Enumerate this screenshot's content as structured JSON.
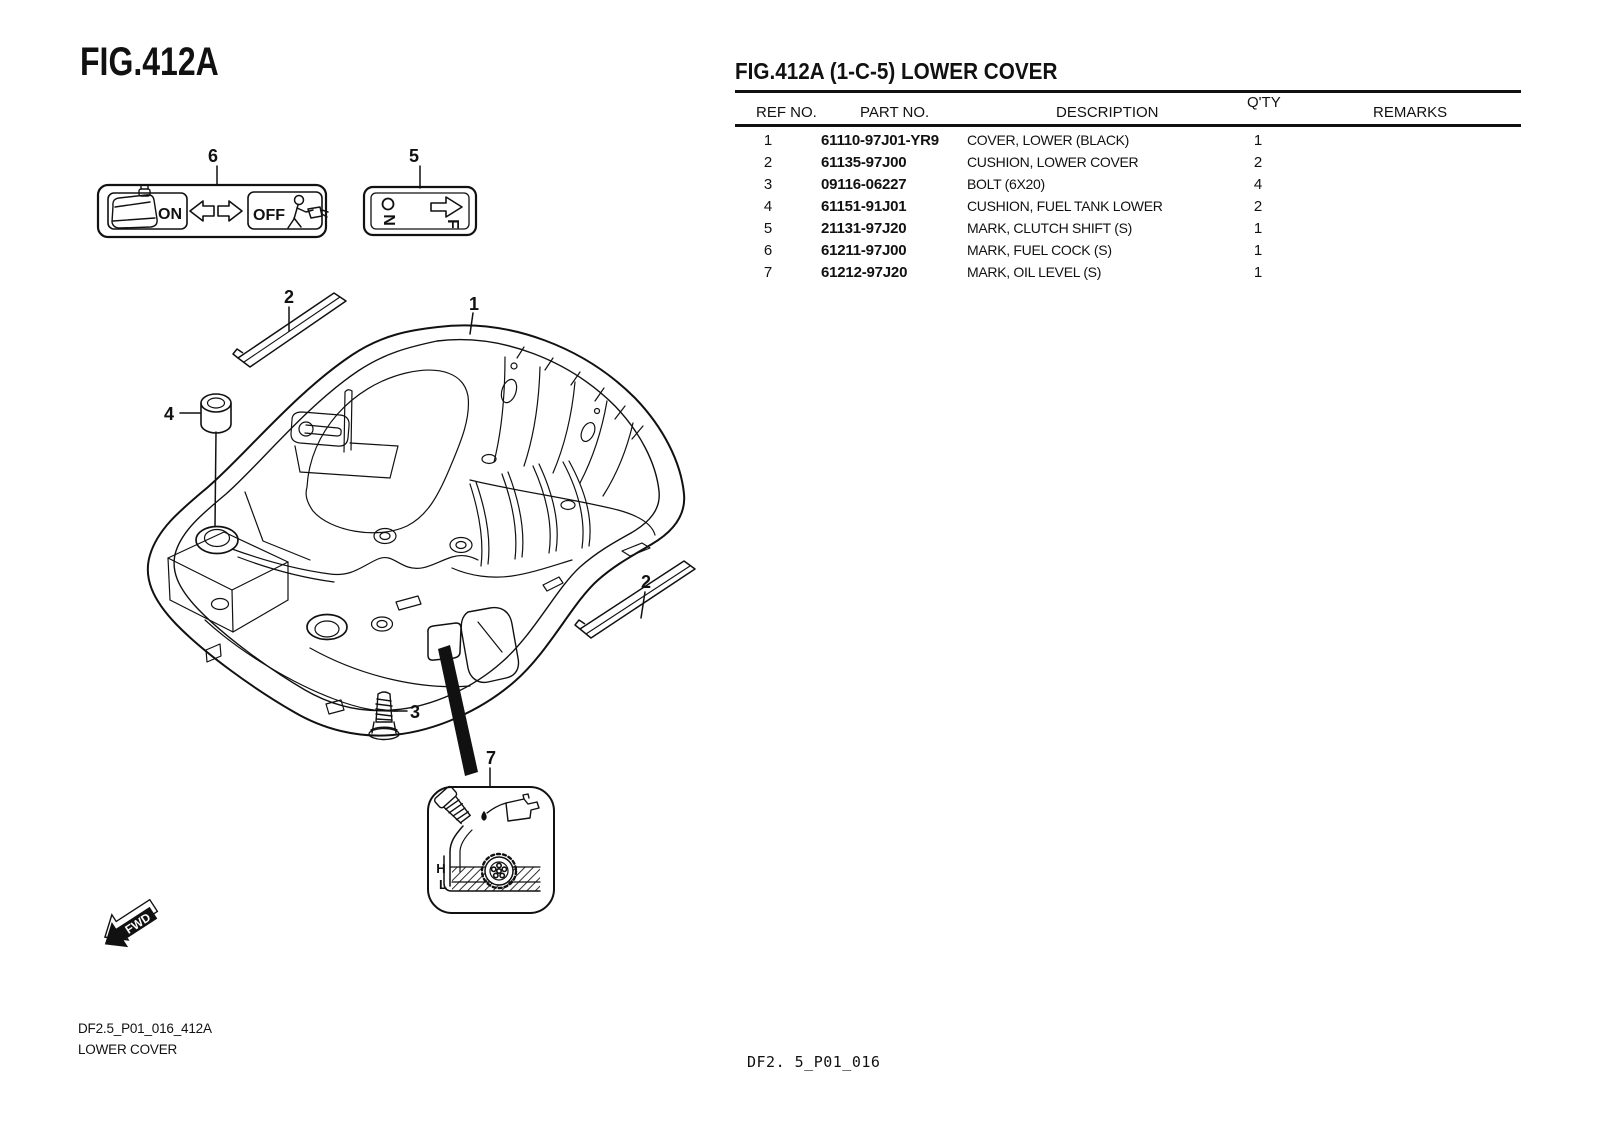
{
  "page": {
    "fig_title": "FIG.412A",
    "footer_left_code": "DF2.5_P01_016_412A",
    "footer_left_name": "LOWER COVER",
    "footer_center_code": "DF2. 5_P01_016"
  },
  "table": {
    "title": "FIG.412A (1-C-5) LOWER COVER",
    "headers": {
      "ref": "REF NO.",
      "part": "PART NO.",
      "desc": "DESCRIPTION",
      "qty": "Q'TY",
      "remarks": "REMARKS"
    },
    "rows": [
      {
        "ref": "1",
        "part": "61110-97J01-YR9",
        "desc": "COVER, LOWER (BLACK)",
        "qty": "1",
        "remarks": ""
      },
      {
        "ref": "2",
        "part": "61135-97J00",
        "desc": "CUSHION, LOWER COVER",
        "qty": "2",
        "remarks": ""
      },
      {
        "ref": "3",
        "part": "09116-06227",
        "desc": "BOLT (6X20)",
        "qty": "4",
        "remarks": ""
      },
      {
        "ref": "4",
        "part": "61151-91J01",
        "desc": "CUSHION, FUEL TANK LOWER",
        "qty": "2",
        "remarks": ""
      },
      {
        "ref": "5",
        "part": "21131-97J20",
        "desc": "MARK, CLUTCH SHIFT (S)",
        "qty": "1",
        "remarks": ""
      },
      {
        "ref": "6",
        "part": "61211-97J00",
        "desc": "MARK, FUEL COCK (S)",
        "qty": "1",
        "remarks": ""
      },
      {
        "ref": "7",
        "part": "61212-97J20",
        "desc": "MARK, OIL LEVEL (S)",
        "qty": "1",
        "remarks": ""
      }
    ]
  },
  "diagram": {
    "callouts": {
      "c1": "1",
      "c2a": "2",
      "c2b": "2",
      "c3": "3",
      "c4": "4",
      "c5": "5",
      "c6": "6",
      "c7": "7"
    },
    "fuel_cock_label": {
      "on": "ON",
      "off": "OFF"
    },
    "clutch_shift_label": {
      "neutral": "N",
      "forward": "F"
    },
    "oil_level_label": {
      "high": "H",
      "low": "L"
    },
    "fwd_arrow_text": "FWD"
  }
}
